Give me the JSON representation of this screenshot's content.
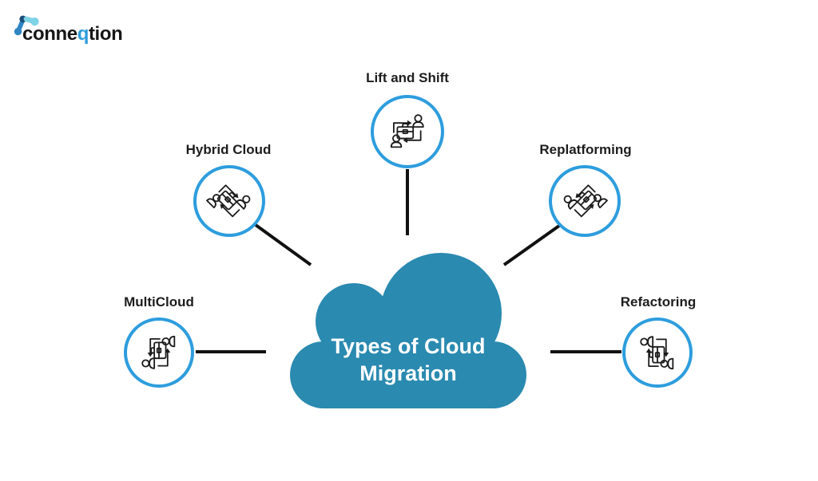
{
  "brand": {
    "name_prefix": "conne",
    "name_accent": "q",
    "name_suffix": "tion",
    "logo_icon": "molecule-nodes-icon"
  },
  "center_cloud": {
    "title_line1": "Types of Cloud",
    "title_line2": "Migration",
    "shape": "cloud",
    "fill": "#2a8ab0",
    "text_color": "#ffffff"
  },
  "nodes": [
    {
      "id": "lift-and-shift",
      "label": "Lift and Shift",
      "icon": "workload-transfer-icon",
      "position": "top-center"
    },
    {
      "id": "hybrid-cloud",
      "label": "Hybrid Cloud",
      "icon": "workload-transfer-icon",
      "position": "upper-left"
    },
    {
      "id": "replatforming",
      "label": "Replatforming",
      "icon": "workload-transfer-icon",
      "position": "upper-right"
    },
    {
      "id": "multicloud",
      "label": "MultiCloud",
      "icon": "workload-transfer-icon",
      "position": "middle-left"
    },
    {
      "id": "refactoring",
      "label": "Refactoring",
      "icon": "workload-transfer-icon",
      "position": "middle-right"
    }
  ],
  "colors": {
    "background": "#ffffff",
    "cloud_fill": "#2a8ab0",
    "node_ring": "#2d9dde",
    "connector": "#111111",
    "icon_stroke": "#1b1b1b",
    "label_text": "#1d1d1d",
    "brand_accent": "#2d9cdb",
    "logo_blue": "#2f86c3",
    "logo_dark": "#1d4e79",
    "logo_light": "#7ed3e6"
  }
}
